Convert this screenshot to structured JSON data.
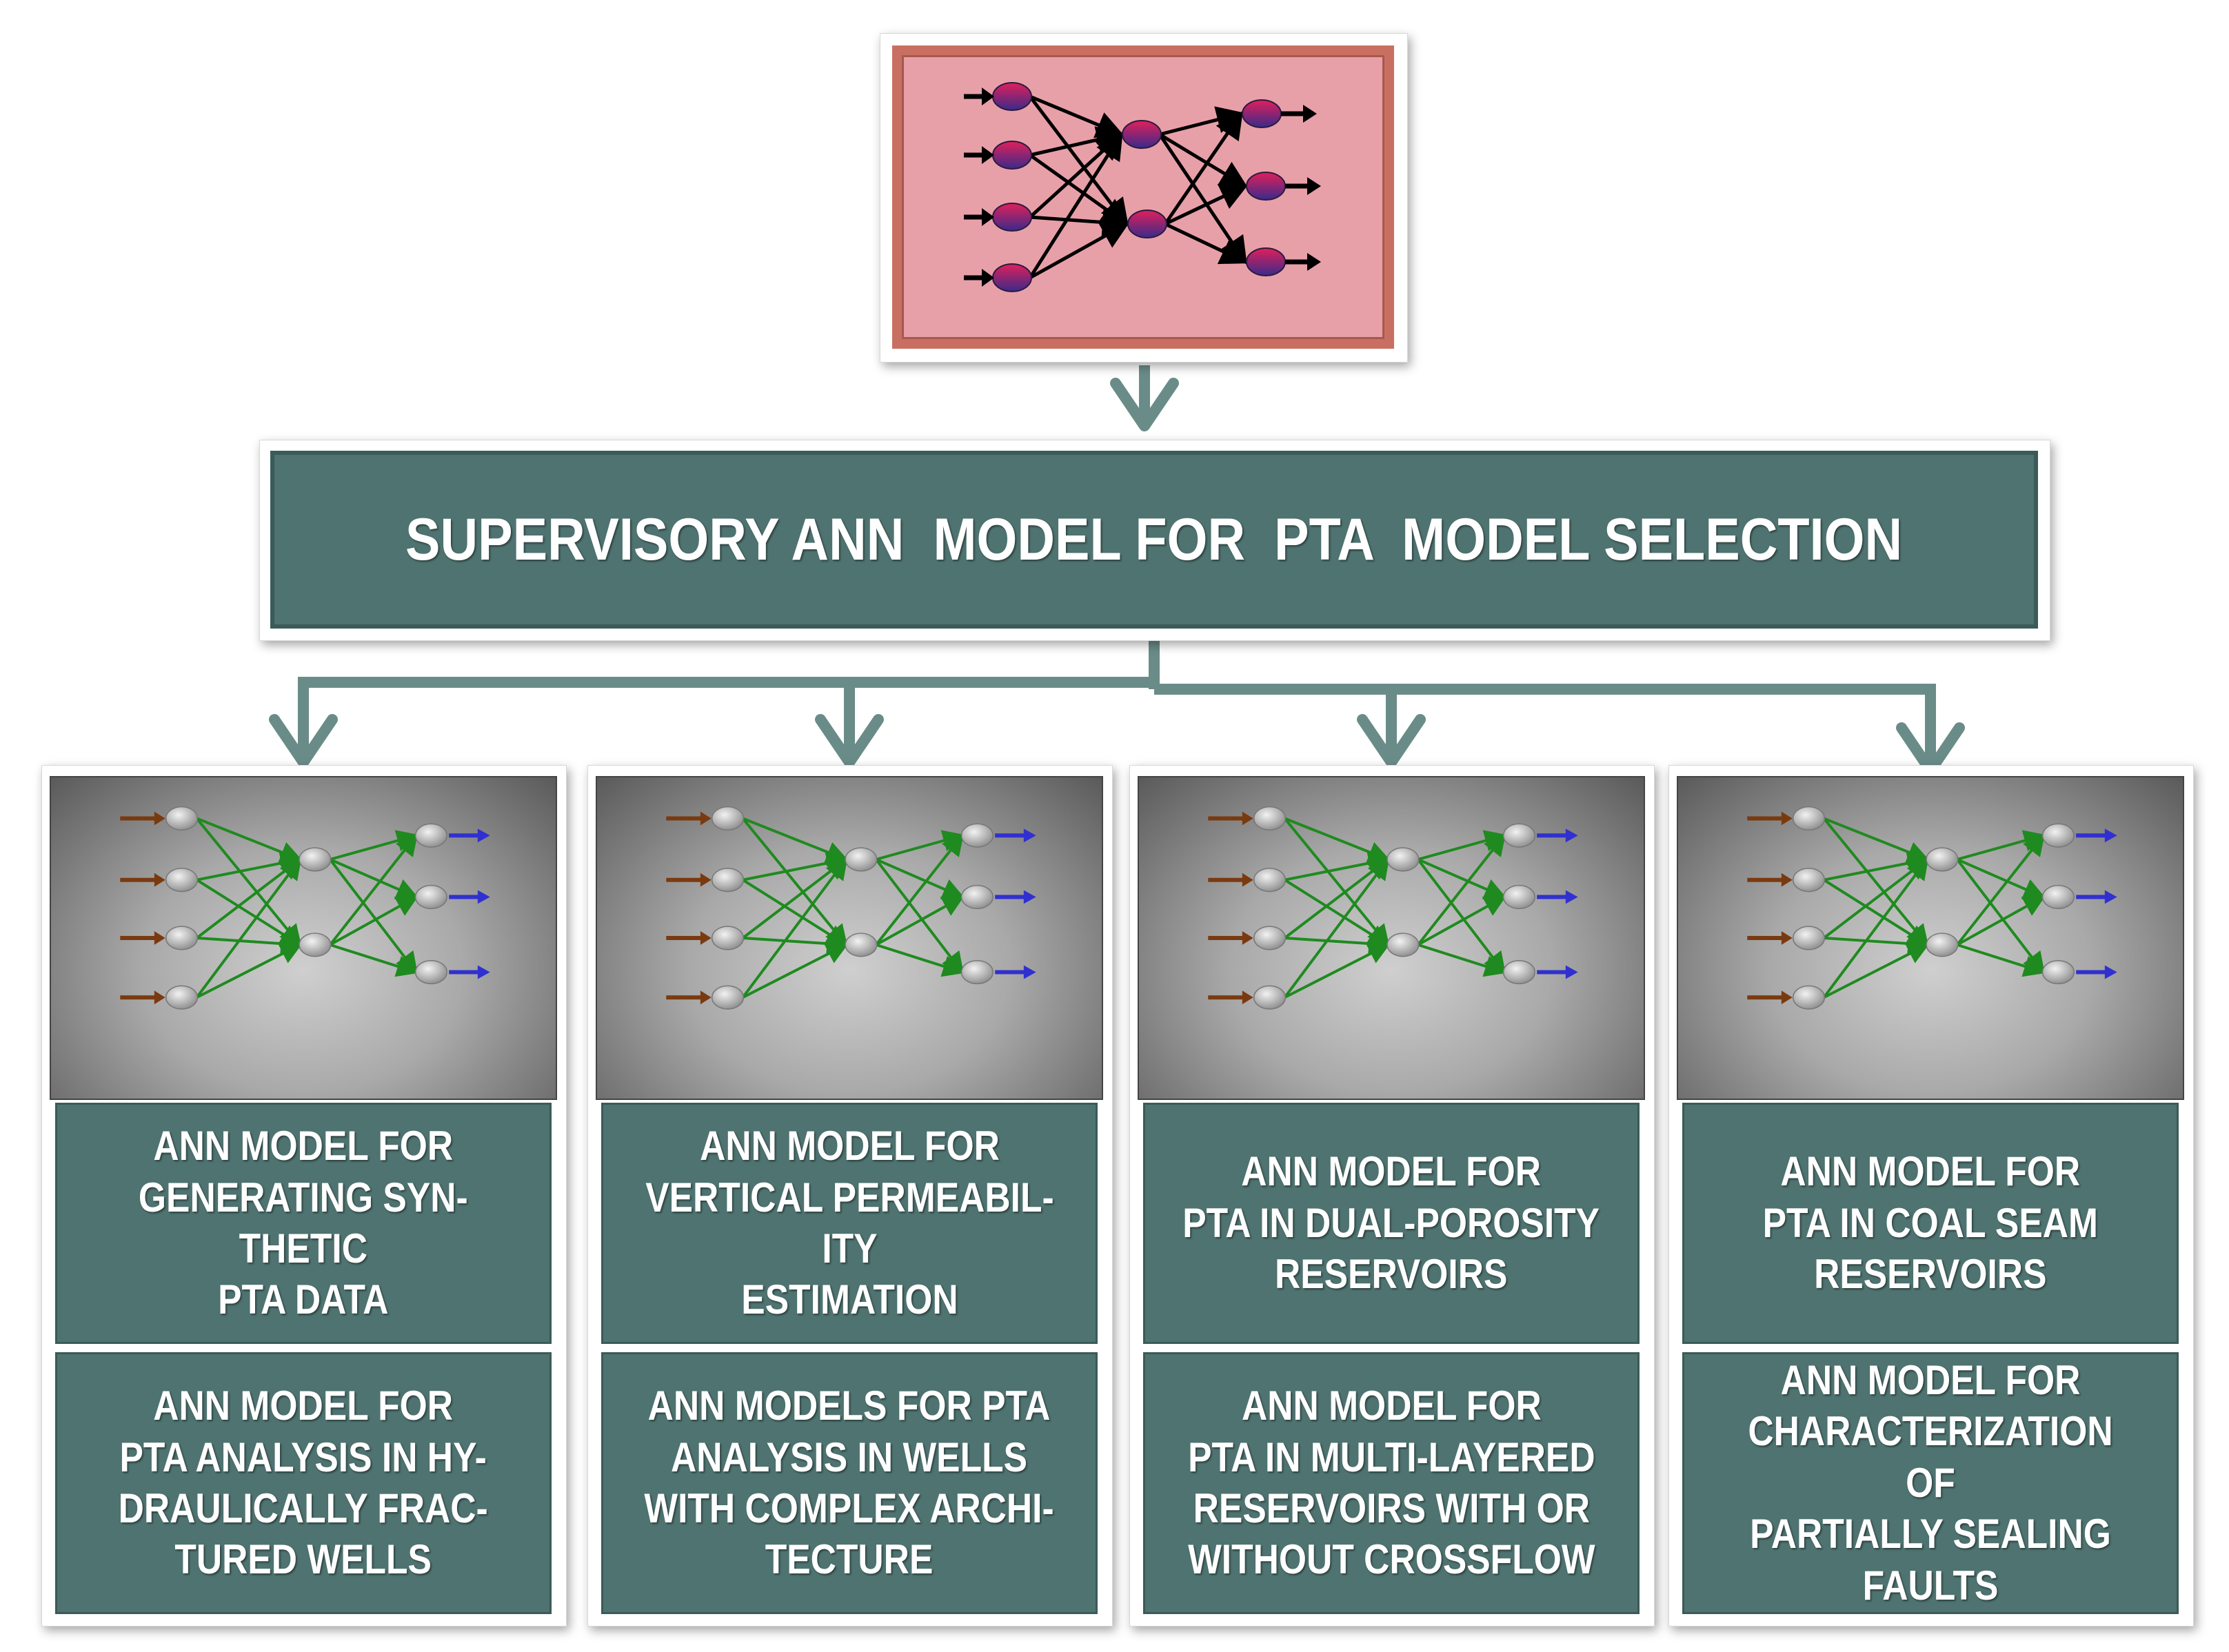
{
  "colors": {
    "teal": "#4e7370",
    "connector": "#6a8c89",
    "top_panel_fill": "#e8a0a8",
    "top_panel_border": "#c96f62",
    "node_gradient_top": "#e0205a",
    "node_gradient_bottom": "#3a2a8a",
    "edge_green": "#1f8a1f",
    "input_arrow": "#7a3a10",
    "output_arrow": "#3030d0"
  },
  "supervisory": {
    "title": "SUPERVISORY ANN  MODEL FOR  PTA  MODEL SELECTION"
  },
  "columns": [
    {
      "upper": "ANN MODEL FOR\nGENERATING SYN-\nTHETIC\nPTA DATA",
      "lower": "ANN MODEL FOR\nPTA ANALYSIS IN HY-\nDRAULICALLY FRAC-\nTURED WELLS"
    },
    {
      "upper": "ANN MODEL FOR\nVERTICAL PERMEABIL-\nITY\nESTIMATION",
      "lower": "ANN MODELS FOR PTA\nANALYSIS IN WELLS\nWITH COMPLEX ARCHI-\nTECTURE"
    },
    {
      "upper": "ANN MODEL FOR\nPTA IN DUAL-POROSITY\nRESERVOIRS",
      "lower": "ANN MODEL FOR\nPTA IN MULTI-LAYERED\nRESERVOIRS WITH OR\nWITHOUT CROSSFLOW"
    },
    {
      "upper": "ANN MODEL FOR\nPTA IN COAL SEAM\nRESERVOIRS",
      "lower": "ANN MODEL FOR\nCHARACTERIZATION OF\nPARTIALLY SEALING\nFAULTS"
    }
  ],
  "icons": {
    "top_network": "neural-network-icon",
    "column_network": "neural-network-icon",
    "connector_arrow": "chevron-down-arrow-icon"
  }
}
